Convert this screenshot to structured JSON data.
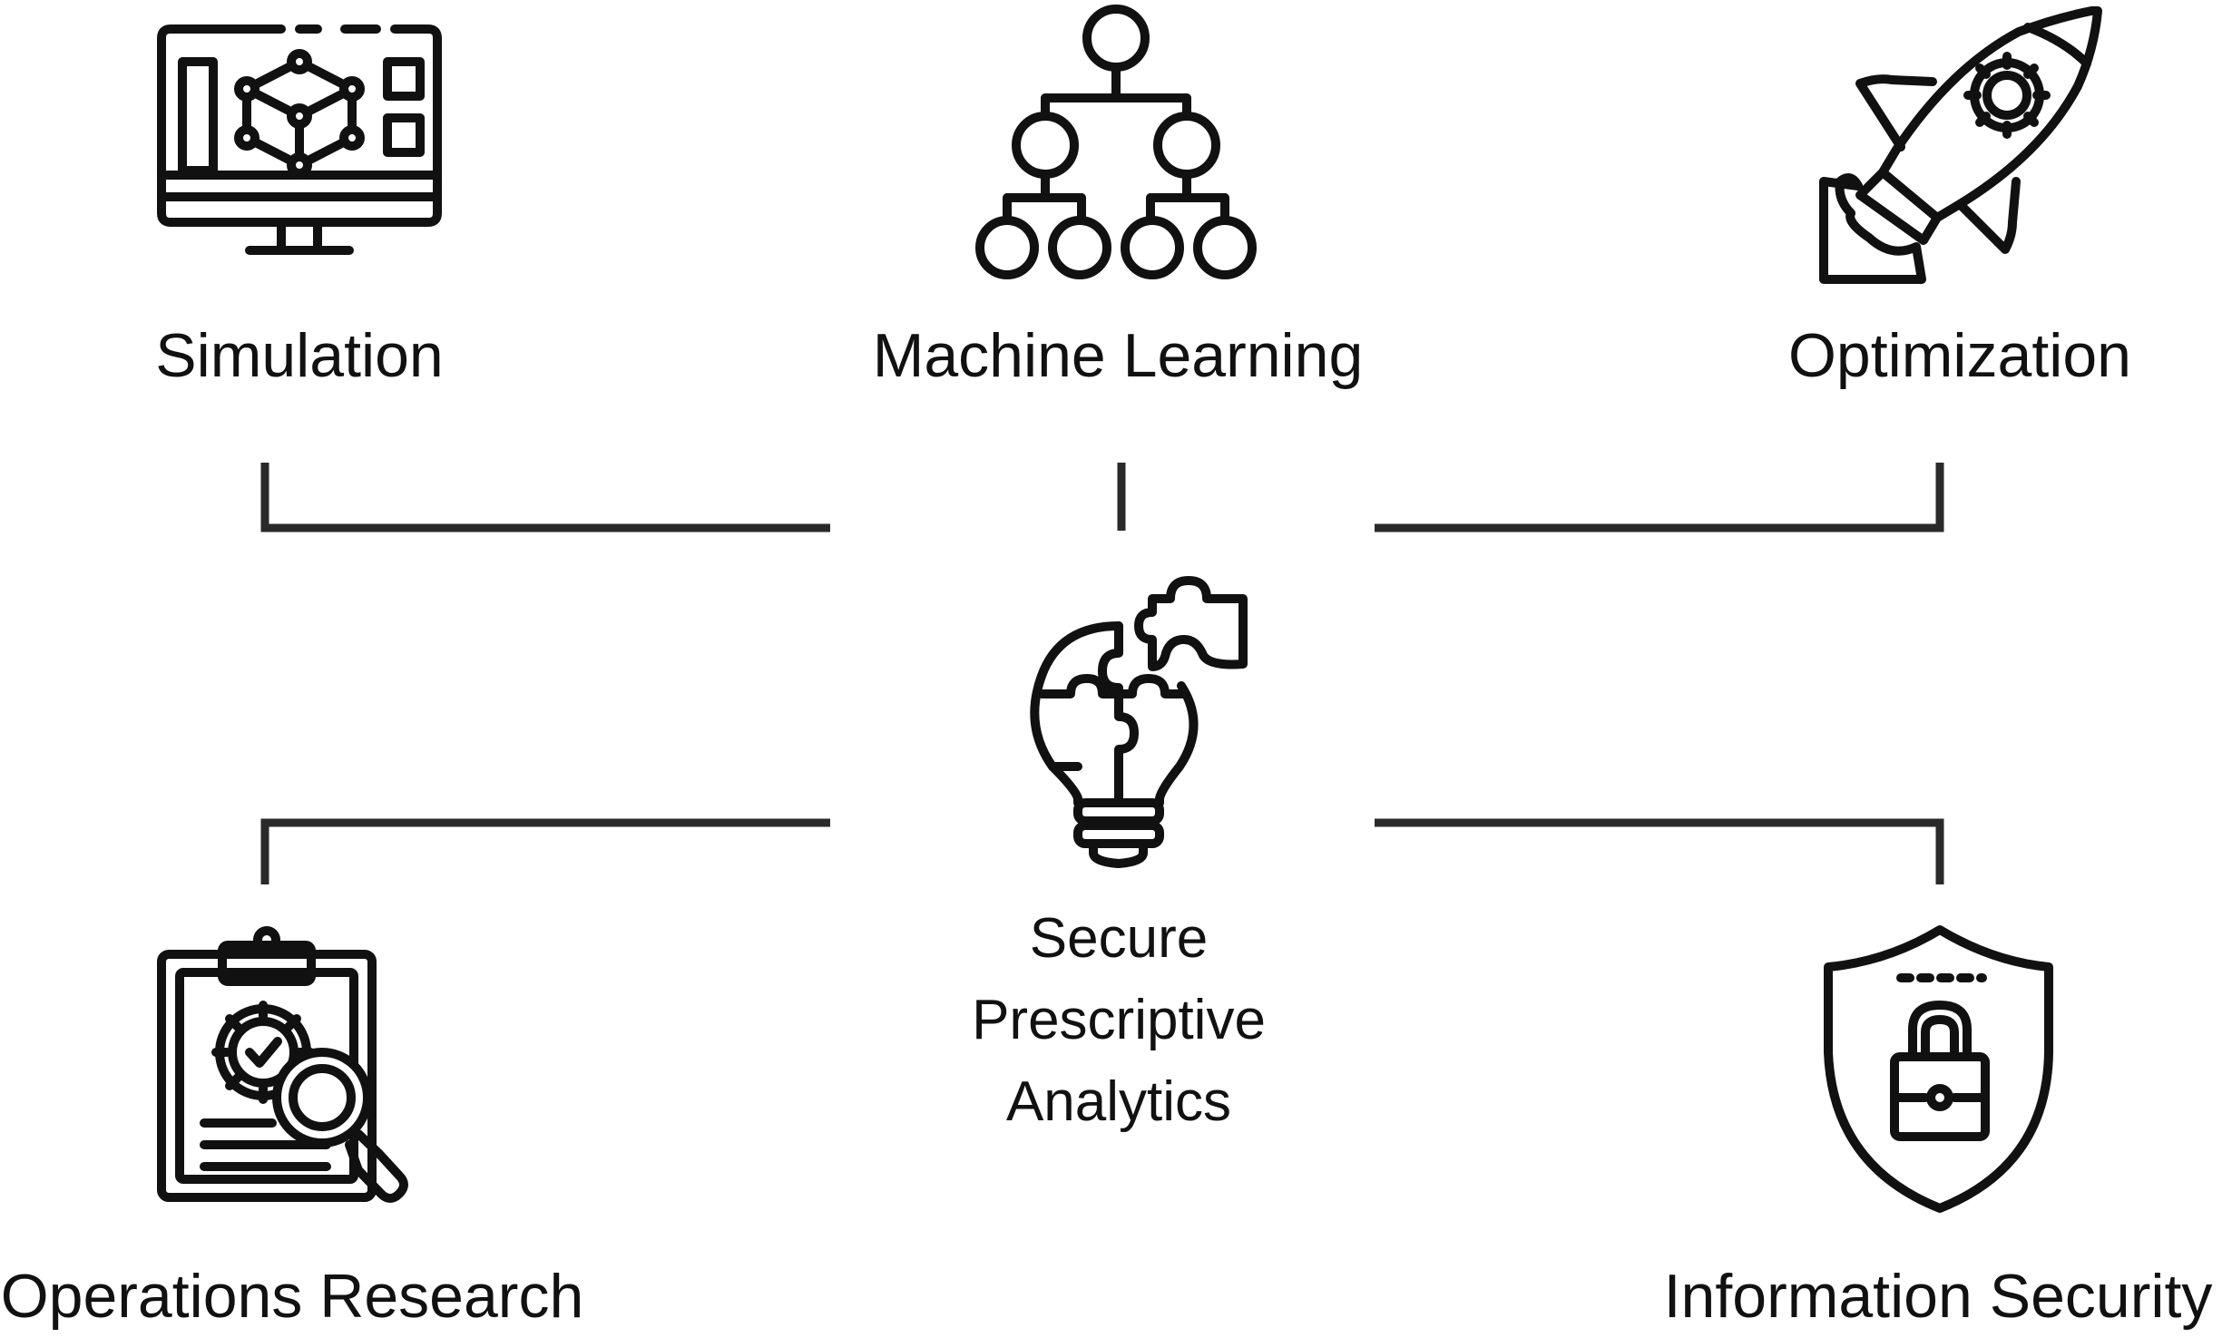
{
  "center": {
    "lines": [
      "Secure",
      "Prescriptive",
      "Analytics"
    ],
    "icon": "lightbulb-puzzle-icon"
  },
  "nodes": {
    "simulation": {
      "label": "Simulation",
      "icon": "monitor-cube-icon"
    },
    "machine_learning": {
      "label": "Machine Learning",
      "icon": "hierarchy-tree-icon"
    },
    "optimization": {
      "label": "Optimization",
      "icon": "rocket-gear-icon"
    },
    "operations_research": {
      "label": "Operations Research",
      "icon": "clipboard-gear-magnifier-icon"
    },
    "information_security": {
      "label": "Information Security",
      "icon": "shield-lock-icon"
    }
  },
  "colors": {
    "stroke": "#111111",
    "connector": "#2a2a2a",
    "background": "#ffffff"
  }
}
